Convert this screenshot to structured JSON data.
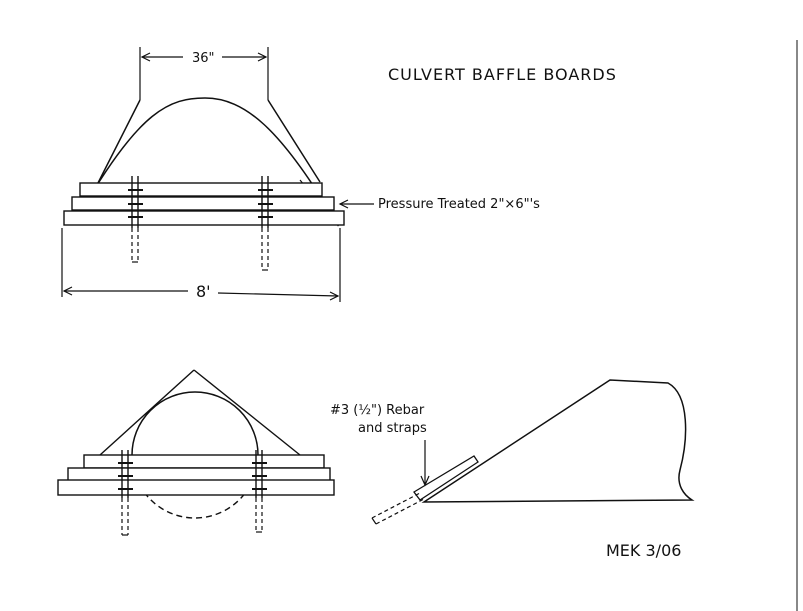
{
  "title": "CULVERT BAFFLE BOARDS",
  "top_view": {
    "dimension_top": "36\"",
    "dimension_bottom": "8'",
    "callout": "Pressure Treated 2\"×6\"'s"
  },
  "bottom_view": {
    "rebar_label_line1": "#3 (½\") Rebar",
    "rebar_label_line2": "and straps"
  },
  "signature": "MEK 3/06"
}
